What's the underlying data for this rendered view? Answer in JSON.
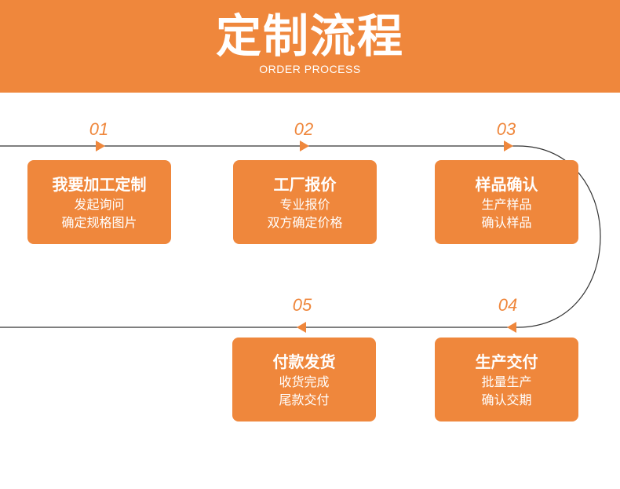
{
  "header": {
    "title": "定制流程",
    "subtitle": "ORDER PROCESS",
    "bg_color": "#ef873c"
  },
  "steps": [
    {
      "number": "01",
      "title": "我要加工定制",
      "line1": "发起询问",
      "line2": "确定规格图片"
    },
    {
      "number": "02",
      "title": "工厂报价",
      "line1": "专业报价",
      "line2": "双方确定价格"
    },
    {
      "number": "03",
      "title": "样品确认",
      "line1": "生产样品",
      "line2": "确认样品"
    },
    {
      "number": "04",
      "title": "生产交付",
      "line1": "批量生产",
      "line2": "确认交期"
    },
    {
      "number": "05",
      "title": "付款发货",
      "line1": "收货完成",
      "line2": "尾款交付"
    }
  ]
}
